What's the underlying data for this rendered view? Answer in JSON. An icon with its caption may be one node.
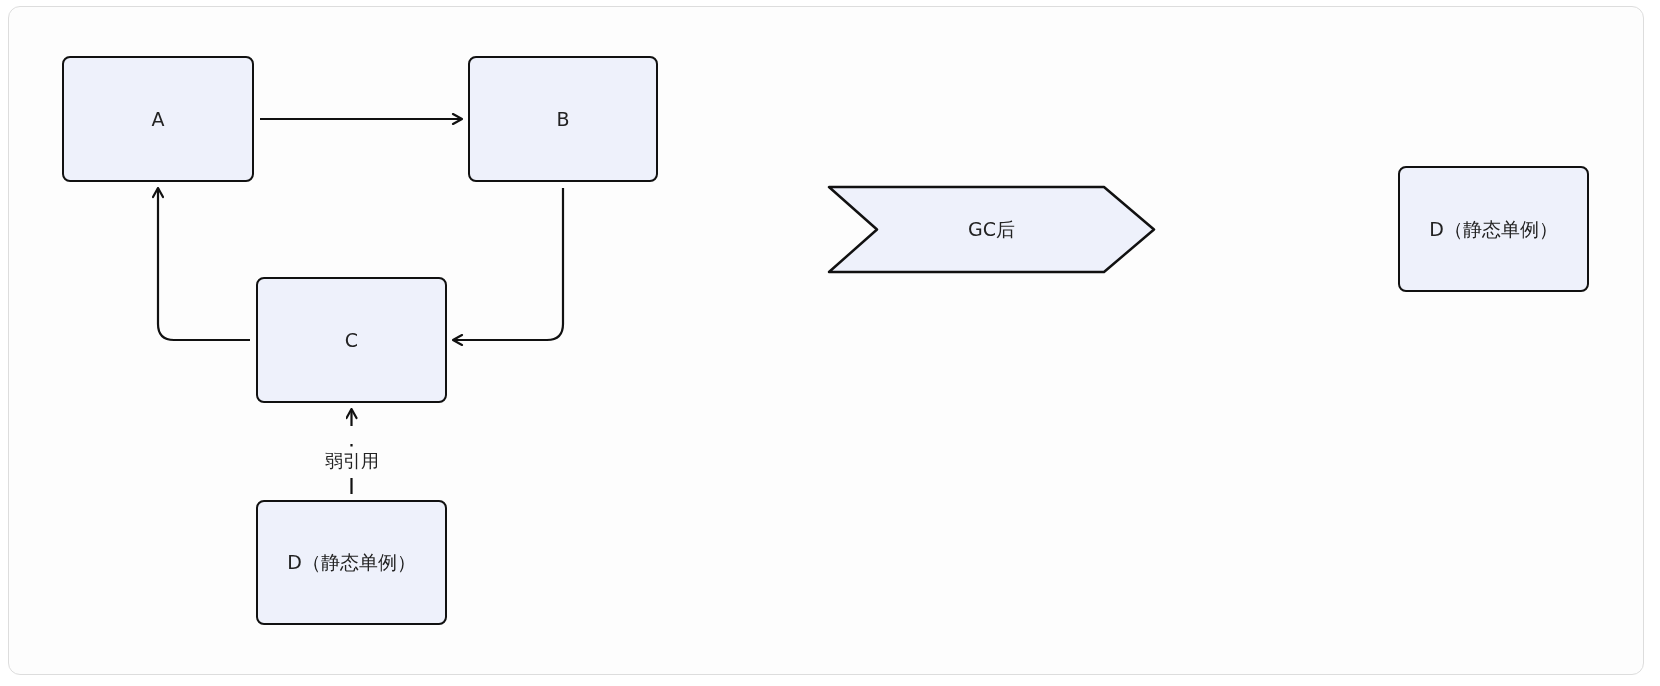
{
  "diagram": {
    "nodes": [
      {
        "text": [
          "A"
        ]
      },
      {
        "text": [
          "B"
        ]
      },
      {
        "text": [
          "C"
        ]
      },
      {
        "text": [
          "D（静态单例）"
        ]
      },
      {
        "text": [
          "GC后"
        ]
      },
      {
        "text": [
          "D（静态单例）"
        ]
      }
    ],
    "edges": [
      {
        "from": 0,
        "to": 1,
        "arrow": "to"
      },
      {
        "from": 1,
        "to": 2,
        "arrow": "to"
      },
      {
        "from": 2,
        "to": 0,
        "arrow": "to"
      },
      {
        "from": 3,
        "to": 2,
        "arrow": "to",
        "label": "弱引用",
        "style": "dashed"
      }
    ]
  }
}
